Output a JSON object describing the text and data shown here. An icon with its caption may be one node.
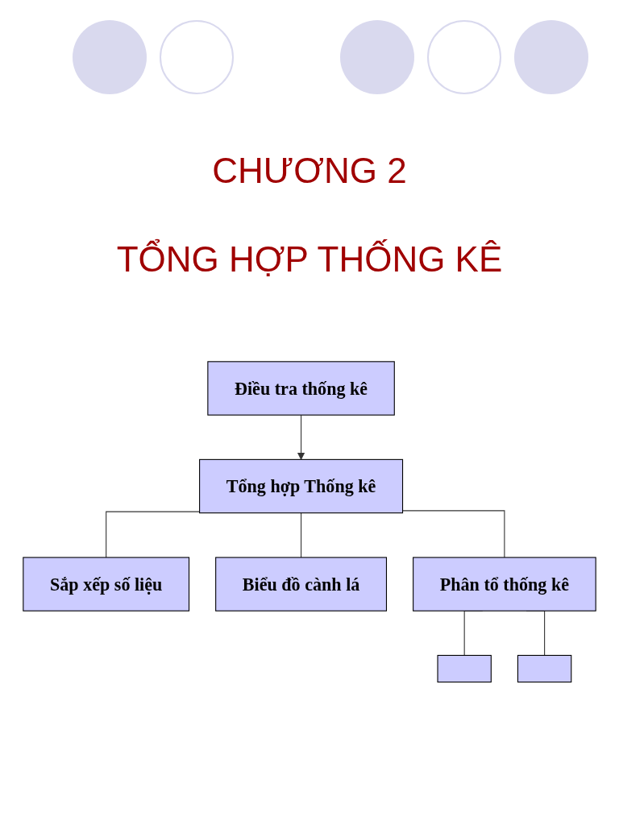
{
  "diagram": {
    "title": "CHƯƠNG 2",
    "nodes": [
      {
        "text": [
          "Điều tra thống kê"
        ]
      },
      {
        "text": [
          "Tổng hợp Thống kê"
        ]
      },
      {
        "text": [
          "Sắp xếp số liệu"
        ]
      },
      {
        "text": [
          "Biểu đồ cành lá"
        ]
      },
      {
        "text": [
          "Phân tổ thống kê"
        ]
      },
      {
        "text": [],
        "shape": "box"
      },
      {
        "text": [],
        "shape": "box"
      }
    ],
    "edges": [
      {
        "from": 0,
        "to": 1,
        "arrow": "to"
      },
      {
        "from": 1,
        "to": 2,
        "arrow": "none"
      },
      {
        "from": 1,
        "to": 3,
        "arrow": "none"
      },
      {
        "from": 1,
        "to": 4,
        "arrow": "none"
      },
      {
        "from": 4,
        "to": 5,
        "arrow": "none"
      },
      {
        "from": 4,
        "to": 6,
        "arrow": "none"
      }
    ],
    "labels": [
      "TỔNG HỢP THỐNG KÊ"
    ]
  }
}
